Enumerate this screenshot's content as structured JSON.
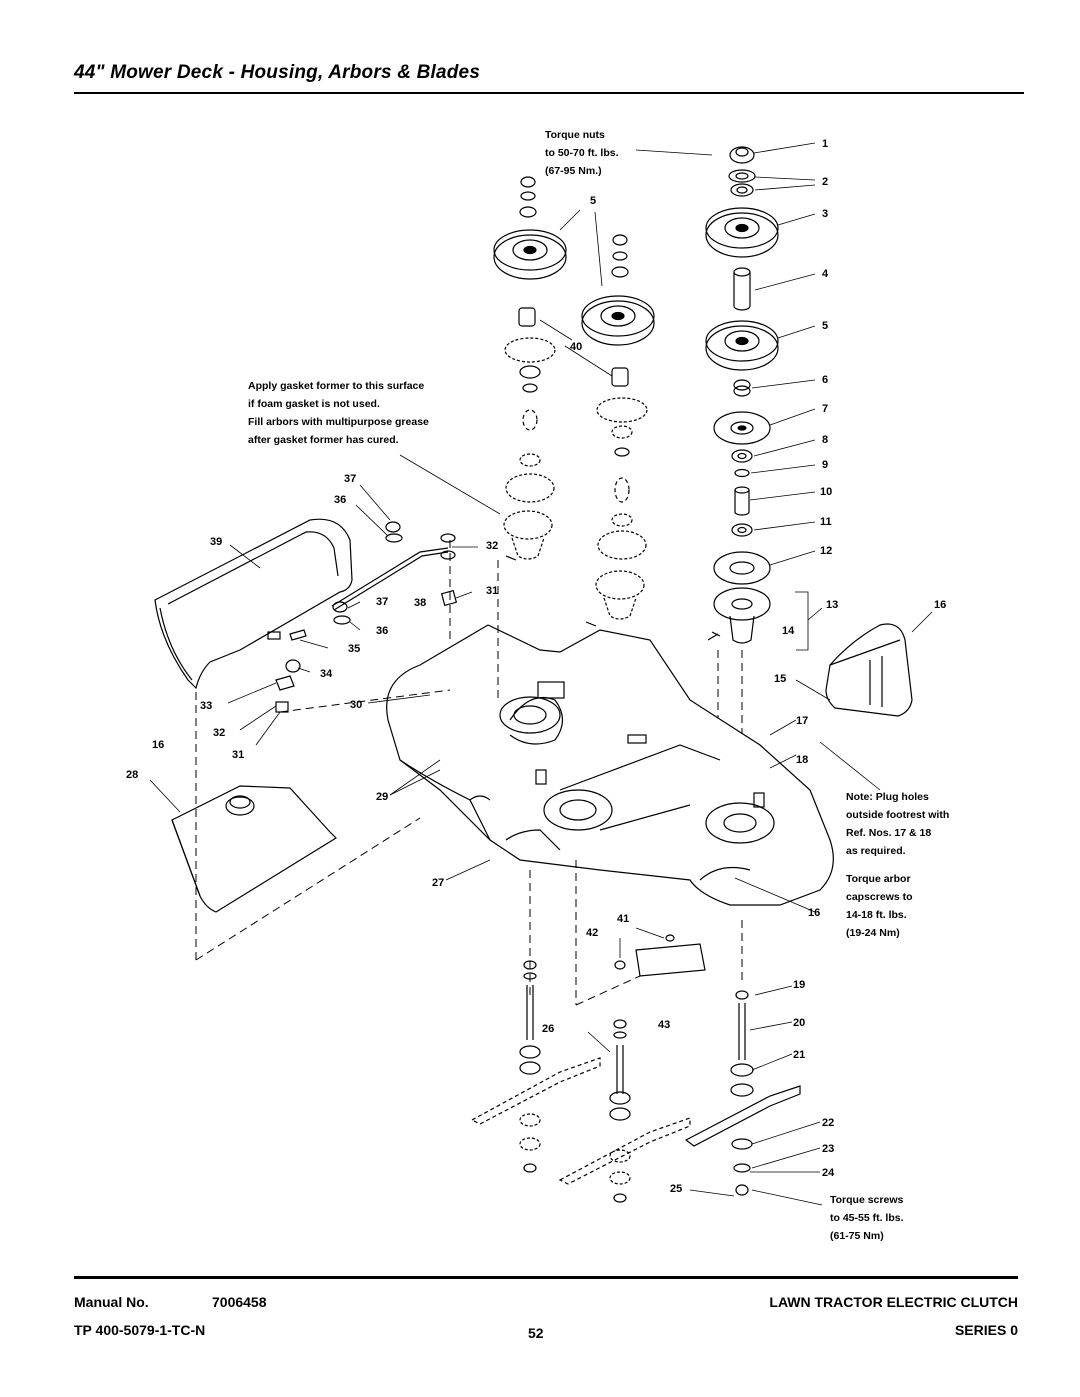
{
  "page": {
    "title": "44\" Mower Deck - Housing, Arbors & Blades"
  },
  "footer": {
    "manual_label": "Manual No.",
    "manual_number": "7006458",
    "tp_number": "TP 400-5079-1-TC-N",
    "page_number": "52",
    "product": "LAWN TRACTOR ELECTRIC CLUTCH",
    "series": "SERIES 0"
  },
  "notes": {
    "torque_nuts": [
      "Torque nuts",
      "to 50-70 ft. lbs.",
      "(67-95 Nm.)"
    ],
    "gasket": [
      "Apply gasket former to this surface",
      "if foam gasket is not used.",
      "Fill arbors with multipurpose grease",
      "after gasket former has cured."
    ],
    "plug_holes": [
      "Note: Plug holes",
      "outside footrest with",
      "Ref. Nos. 17 & 18",
      "as required."
    ],
    "torque_arbor": [
      "Torque arbor",
      "capscrews to",
      "14-18 ft. lbs.",
      "(19-24 Nm)"
    ],
    "torque_screws": [
      "Torque screws",
      "to 45-55 ft. lbs.",
      "(61-75 Nm)"
    ]
  },
  "callouts": [
    {
      "n": "1"
    },
    {
      "n": "2"
    },
    {
      "n": "3"
    },
    {
      "n": "4"
    },
    {
      "n": "5"
    },
    {
      "n": "5"
    },
    {
      "n": "6"
    },
    {
      "n": "7"
    },
    {
      "n": "8"
    },
    {
      "n": "9"
    },
    {
      "n": "10"
    },
    {
      "n": "11"
    },
    {
      "n": "12"
    },
    {
      "n": "13"
    },
    {
      "n": "14"
    },
    {
      "n": "15"
    },
    {
      "n": "16"
    },
    {
      "n": "16"
    },
    {
      "n": "16"
    },
    {
      "n": "17"
    },
    {
      "n": "18"
    },
    {
      "n": "19"
    },
    {
      "n": "20"
    },
    {
      "n": "21"
    },
    {
      "n": "22"
    },
    {
      "n": "23"
    },
    {
      "n": "24"
    },
    {
      "n": "25"
    },
    {
      "n": "26"
    },
    {
      "n": "27"
    },
    {
      "n": "28"
    },
    {
      "n": "29"
    },
    {
      "n": "30"
    },
    {
      "n": "31"
    },
    {
      "n": "31"
    },
    {
      "n": "32"
    },
    {
      "n": "32"
    },
    {
      "n": "33"
    },
    {
      "n": "34"
    },
    {
      "n": "35"
    },
    {
      "n": "36"
    },
    {
      "n": "36"
    },
    {
      "n": "37"
    },
    {
      "n": "37"
    },
    {
      "n": "38"
    },
    {
      "n": "39"
    },
    {
      "n": "40"
    },
    {
      "n": "41"
    },
    {
      "n": "42"
    },
    {
      "n": "43"
    }
  ]
}
